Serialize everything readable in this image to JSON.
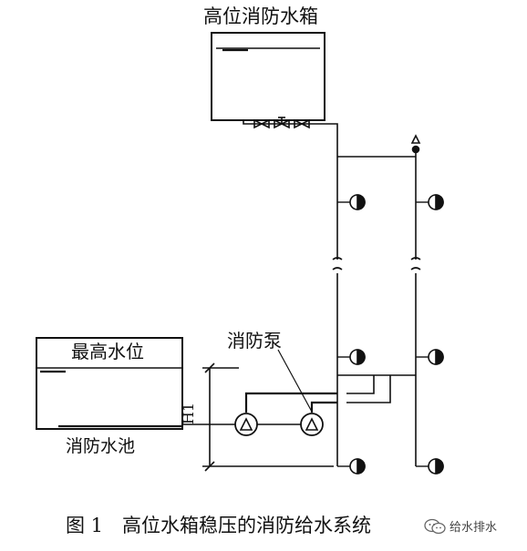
{
  "labels": {
    "roof_tank": "高位消防水箱",
    "highest_level": "最高水位",
    "pool": "消防水池",
    "pump": "消防泵",
    "height_mark": "H1",
    "caption": "图 1　高位水箱稳压的消防给水系统",
    "watermark": "给水排水"
  },
  "colors": {
    "line": "#111111",
    "background": "#ffffff"
  },
  "icons": {
    "watermark": "wechat-icon"
  }
}
